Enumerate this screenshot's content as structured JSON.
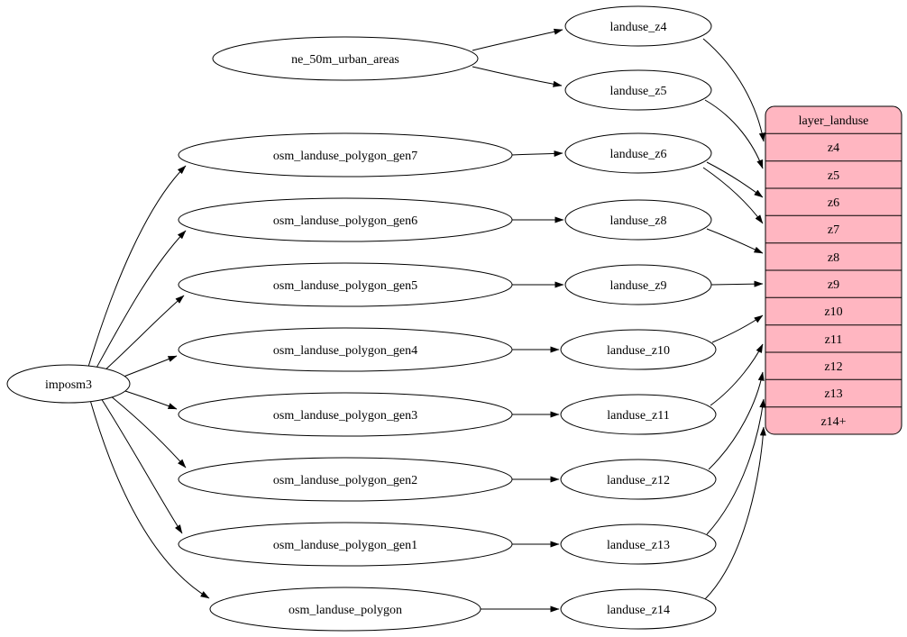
{
  "diagram": {
    "colors": {
      "background": "#ffffff",
      "node_fill": "#ffffff",
      "stroke": "#000000",
      "record_fill": "#ffb6c1"
    },
    "source": {
      "label": "imposm3"
    },
    "natural_earth": {
      "label": "ne_50m_urban_areas"
    },
    "tables": [
      {
        "label": "osm_landuse_polygon_gen7"
      },
      {
        "label": "osm_landuse_polygon_gen6"
      },
      {
        "label": "osm_landuse_polygon_gen5"
      },
      {
        "label": "osm_landuse_polygon_gen4"
      },
      {
        "label": "osm_landuse_polygon_gen3"
      },
      {
        "label": "osm_landuse_polygon_gen2"
      },
      {
        "label": "osm_landuse_polygon_gen1"
      },
      {
        "label": "osm_landuse_polygon"
      }
    ],
    "sql_layers": [
      {
        "label": "landuse_z4"
      },
      {
        "label": "landuse_z5"
      },
      {
        "label": "landuse_z6"
      },
      {
        "label": "landuse_z8"
      },
      {
        "label": "landuse_z9"
      },
      {
        "label": "landuse_z10"
      },
      {
        "label": "landuse_z11"
      },
      {
        "label": "landuse_z12"
      },
      {
        "label": "landuse_z13"
      },
      {
        "label": "landuse_z14"
      }
    ],
    "record": {
      "title": "layer_landuse",
      "fill": "#ffb6c1",
      "rows": [
        "z4",
        "z5",
        "z6",
        "z7",
        "z8",
        "z9",
        "z10",
        "z11",
        "z12",
        "z13",
        "z14+"
      ]
    },
    "edges": [
      {
        "from": "imposm3",
        "to": "osm_landuse_polygon_gen7"
      },
      {
        "from": "imposm3",
        "to": "osm_landuse_polygon_gen6"
      },
      {
        "from": "imposm3",
        "to": "osm_landuse_polygon_gen5"
      },
      {
        "from": "imposm3",
        "to": "osm_landuse_polygon_gen4"
      },
      {
        "from": "imposm3",
        "to": "osm_landuse_polygon_gen3"
      },
      {
        "from": "imposm3",
        "to": "osm_landuse_polygon_gen2"
      },
      {
        "from": "imposm3",
        "to": "osm_landuse_polygon_gen1"
      },
      {
        "from": "imposm3",
        "to": "osm_landuse_polygon"
      },
      {
        "from": "ne_50m_urban_areas",
        "to": "landuse_z4"
      },
      {
        "from": "ne_50m_urban_areas",
        "to": "landuse_z5"
      },
      {
        "from": "osm_landuse_polygon_gen7",
        "to": "landuse_z6"
      },
      {
        "from": "osm_landuse_polygon_gen6",
        "to": "landuse_z8"
      },
      {
        "from": "osm_landuse_polygon_gen5",
        "to": "landuse_z9"
      },
      {
        "from": "osm_landuse_polygon_gen4",
        "to": "landuse_z10"
      },
      {
        "from": "osm_landuse_polygon_gen3",
        "to": "landuse_z11"
      },
      {
        "from": "osm_landuse_polygon_gen2",
        "to": "landuse_z12"
      },
      {
        "from": "osm_landuse_polygon_gen1",
        "to": "landuse_z13"
      },
      {
        "from": "osm_landuse_polygon",
        "to": "landuse_z14"
      },
      {
        "from": "landuse_z4",
        "to": "layer_landuse.z4"
      },
      {
        "from": "landuse_z5",
        "to": "layer_landuse.z5"
      },
      {
        "from": "landuse_z6",
        "to": "layer_landuse.z6"
      },
      {
        "from": "landuse_z6",
        "to": "layer_landuse.z7"
      },
      {
        "from": "landuse_z8",
        "to": "layer_landuse.z8"
      },
      {
        "from": "landuse_z9",
        "to": "layer_landuse.z9"
      },
      {
        "from": "landuse_z10",
        "to": "layer_landuse.z10"
      },
      {
        "from": "landuse_z11",
        "to": "layer_landuse.z11"
      },
      {
        "from": "landuse_z12",
        "to": "layer_landuse.z12"
      },
      {
        "from": "landuse_z13",
        "to": "layer_landuse.z13"
      },
      {
        "from": "landuse_z14",
        "to": "layer_landuse.z14+"
      }
    ]
  }
}
